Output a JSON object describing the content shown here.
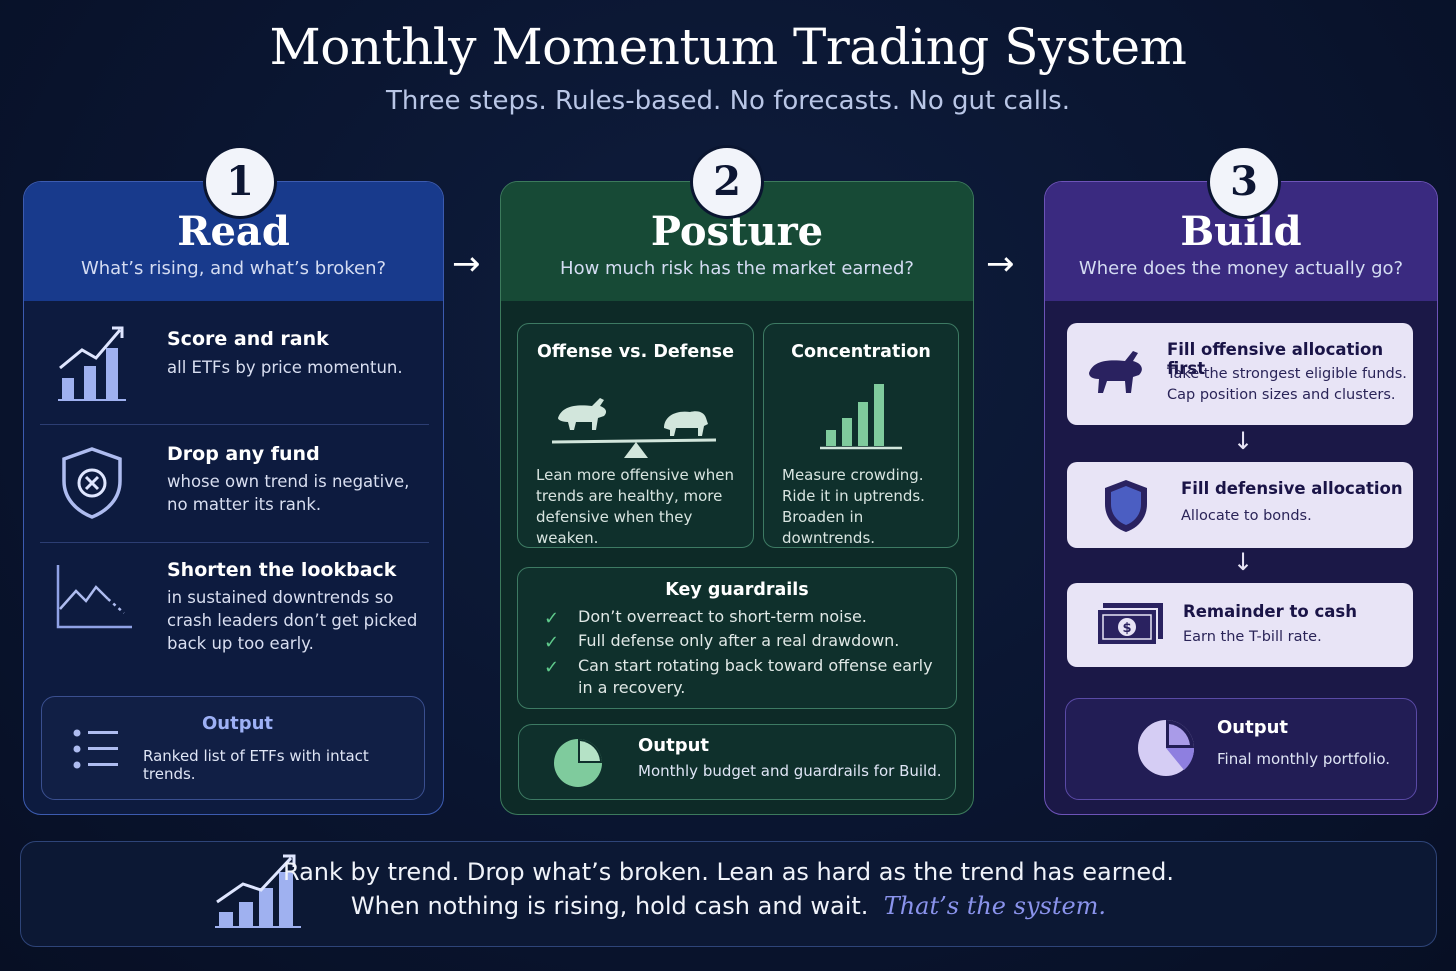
{
  "header": {
    "title": "Monthly Momentum Trading System",
    "subtitle": "Three steps. Rules-based. No forecasts. No gut calls."
  },
  "steps": [
    {
      "number": "1",
      "title": "Read",
      "question": "What’s rising, and what’s broken?",
      "items": [
        {
          "head": "Score and rank",
          "body": "all ETFs by price momentun.",
          "icon": "bar-chart-up-icon"
        },
        {
          "head": "Drop any fund",
          "body": "whose own trend is negative, no matter its rank.",
          "icon": "shield-x-icon"
        },
        {
          "head": "Shorten the lookback",
          "body": "in sustained downtrends so crash leaders don’t get picked back up too early.",
          "icon": "line-chart-down-icon"
        }
      ],
      "output": {
        "label": "Output",
        "text": "Ranked list of ETFs with intact trends.",
        "icon": "list-icon"
      }
    },
    {
      "number": "2",
      "title": "Posture",
      "question": "How much risk has the market earned?",
      "cards": [
        {
          "title": "Offense vs. Defense",
          "lines": [
            "Lean more offensive when",
            "trends are healthy, more",
            "defensive when they weaken."
          ],
          "icon": "bull-bear-scale-icon"
        },
        {
          "title": "Concentration",
          "lines": [
            "Measure crowding.",
            "Ride it in uptrends.",
            "Broaden in downtrends."
          ],
          "icon": "bar-chart-icon"
        }
      ],
      "guardrails": {
        "title": "Key guardrails",
        "items": [
          "Don’t overreact to short-term noise.",
          "Full defense only after a real drawdown.",
          "Can start rotating back toward offense early",
          "in a recovery."
        ]
      },
      "output": {
        "label": "Output",
        "text": "Monthly budget and guardrails for Build.",
        "icon": "pie-chart-icon"
      }
    },
    {
      "number": "3",
      "title": "Build",
      "question": "Where does the money actually go?",
      "cards": [
        {
          "title": "Fill offensive allocation first",
          "lines": [
            "Take the strongest eligible funds.",
            "Cap position sizes and clusters."
          ],
          "icon": "bull-icon"
        },
        {
          "title": "Fill defensive allocation",
          "lines": [
            "Allocate to bonds."
          ],
          "icon": "shield-icon"
        },
        {
          "title": "Remainder to cash",
          "lines": [
            "Earn the T-bill rate."
          ],
          "icon": "cash-icon"
        }
      ],
      "output": {
        "label": "Output",
        "text": "Final monthly portfolio.",
        "icon": "pie-chart-icon"
      }
    }
  ],
  "footer": {
    "line1": "Rank by trend. Drop what’s broken. Lean as hard as the trend has earned.",
    "line2": "When nothing is rising, hold cash and wait.",
    "emphasis": "That’s the system.",
    "icon": "bar-chart-up-icon"
  },
  "colors": {
    "background": "#0a1530",
    "read": "#183a8c",
    "posture": "#174a36",
    "build": "#3a2a80",
    "accent_green": "#5fca8c",
    "accent_violet": "#8a93ec"
  }
}
